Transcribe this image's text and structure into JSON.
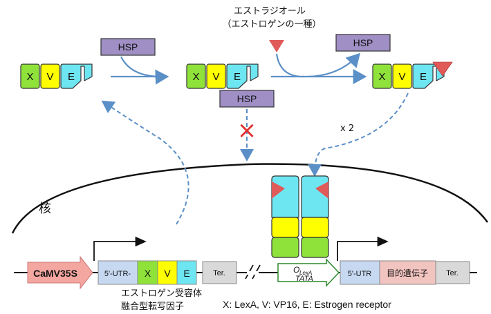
{
  "estradiol": {
    "line1": "エストラジオール",
    "line2": "（エストロゲンの一種）"
  },
  "hsp_label": "HSP",
  "protein": {
    "x": "X",
    "v": "V",
    "e": "E"
  },
  "blocked_mark": "×",
  "dimer_label": "x 2",
  "nucleus_label": "核",
  "promoter_label": "CaMV35S",
  "utr_left": "5'-UTR-",
  "terminator": "Ter.",
  "operator": {
    "main": "O",
    "sub": "LexA",
    "tata": "TATA"
  },
  "utr_right": "5'-UTR",
  "target_gene": "目的遺伝子",
  "fusion_caption": {
    "line1": "エストロゲン受容体",
    "line2": "融合型転写因子"
  },
  "legend": "X: LexA, V: VP16, E: Estrogen receptor",
  "colors": {
    "x_green": "#8ee23a",
    "v_yellow": "#ffff00",
    "e_cyan": "#6ee6f2",
    "hsp_purple": "#9f8fc5",
    "ligand_red": "#e05a5a",
    "promoter_pink": "#f4a6a0",
    "utr_blue": "#c6d9f1",
    "gene_pink": "#f2c4c0",
    "ter_gray": "#d9d9d9",
    "arrow_blue": "#5b8fc7"
  }
}
